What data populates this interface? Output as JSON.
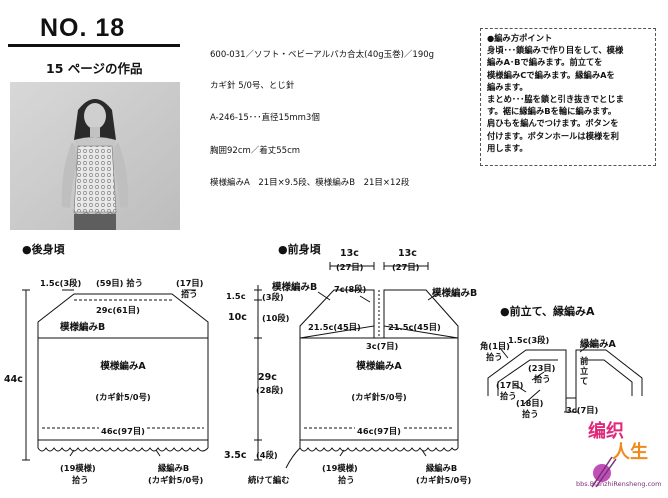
{
  "header": {
    "number": "NO. 18",
    "subtitle": "15 ページの作品"
  },
  "materials": [
    "600-031／ソフト・ベビーアルパカ合太(40g玉巻)／190g",
    "カギ針 5/0号、とじ針",
    "A-246-15･･･直径15mm3個",
    "胸囲92cm／着丈55cm",
    "模様編みA　21目×9.5段、模様編みB　21目×12段"
  ],
  "notes": {
    "heading": "●編み方ポイント",
    "lines": [
      "身頃･･･鎖編みで作り目をして、模様",
      "編みA･Bで編みます。前立てを",
      "模様編みCで編みます。縁編みAを",
      "編みます。",
      "まとめ･･･脇を鎖と引き抜きでとじま",
      "す。裾に縁編みBを輪に編みます。",
      "肩ひもを編んでつけます。ボタンを",
      "付けます。ボタンホールは模様を利",
      "用します。"
    ]
  },
  "back": {
    "title": "●後身頃",
    "top_note": "1.5c(3段)",
    "pick_top": "(59目) 拾う",
    "pick_right": "(17目)",
    "pick_right2": "拾う",
    "width_top": "29c(61目)",
    "pattern_b": "模様編みB",
    "pattern_a": "模様編みA",
    "needle": "(カギ針5/0号)",
    "width_bottom": "46c(97目)",
    "height": "44c",
    "hem_pick": "(19模様)",
    "hem_pick2": "拾う",
    "edging": "縁編みB",
    "edging_needle": "(カギ針5/0号)"
  },
  "center_dims": {
    "d1": "1.5c",
    "d1r": "(3段)",
    "d2": "10c",
    "d2r": "(10段)",
    "d3": "29c",
    "d3r": "(28段)",
    "d4": "3.5c",
    "d4r": "(4段)"
  },
  "front": {
    "title": "●前身頃",
    "strap_l": "13c",
    "strap_l2": "(27目)",
    "strap_r": "13c",
    "strap_r2": "(27目)",
    "pattern_b_l": "模様編みB",
    "pattern_b_r": "模様編みB",
    "neck": "7c(8段)",
    "upper_l": "21.5c(45目)",
    "upper_r": "21.5c(45目)",
    "placket": "3c(7目)",
    "pattern_a": "模様編みA",
    "needle": "(カギ針5/0号)",
    "width_bottom": "46c(97目)",
    "continue": "続けて編む",
    "hem_pick": "(19模様)",
    "hem_pick2": "拾う",
    "edging": "縁編みB",
    "edging_needle": "(カギ針5/0号)"
  },
  "placket_detail": {
    "title": "●前立て、縁編みA",
    "corner": "角(1目)",
    "corner2": "拾う",
    "top": "1.5c(3段)",
    "edging": "縁編みA",
    "pick23": "(23目)",
    "pick23b": "拾う",
    "pick17": "(17目)",
    "pick17b": "拾う",
    "pick18": "(18目)",
    "pick18b": "拾う",
    "placket_v": "前立て",
    "bottom": "3c(7目)"
  },
  "logo": {
    "chars1": "编织",
    "chars2": "人生",
    "url": "bbs.BianzhiRensheng.com"
  }
}
